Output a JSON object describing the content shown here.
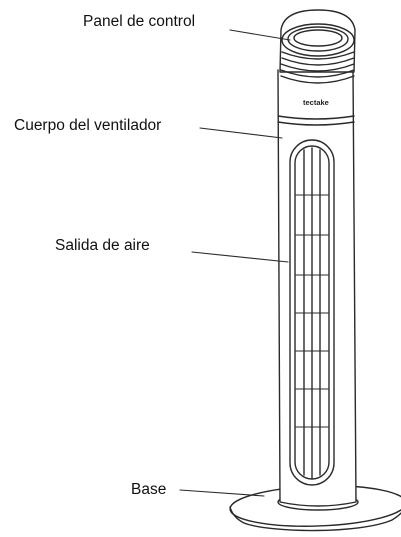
{
  "labels": {
    "control_panel": "Panel de control",
    "fan_body": "Cuerpo del ventilador",
    "air_outlet": "Salida de aire",
    "base": "Base"
  },
  "brand": "tectake",
  "colors": {
    "line": "#2a2a2a",
    "background": "#ffffff"
  }
}
